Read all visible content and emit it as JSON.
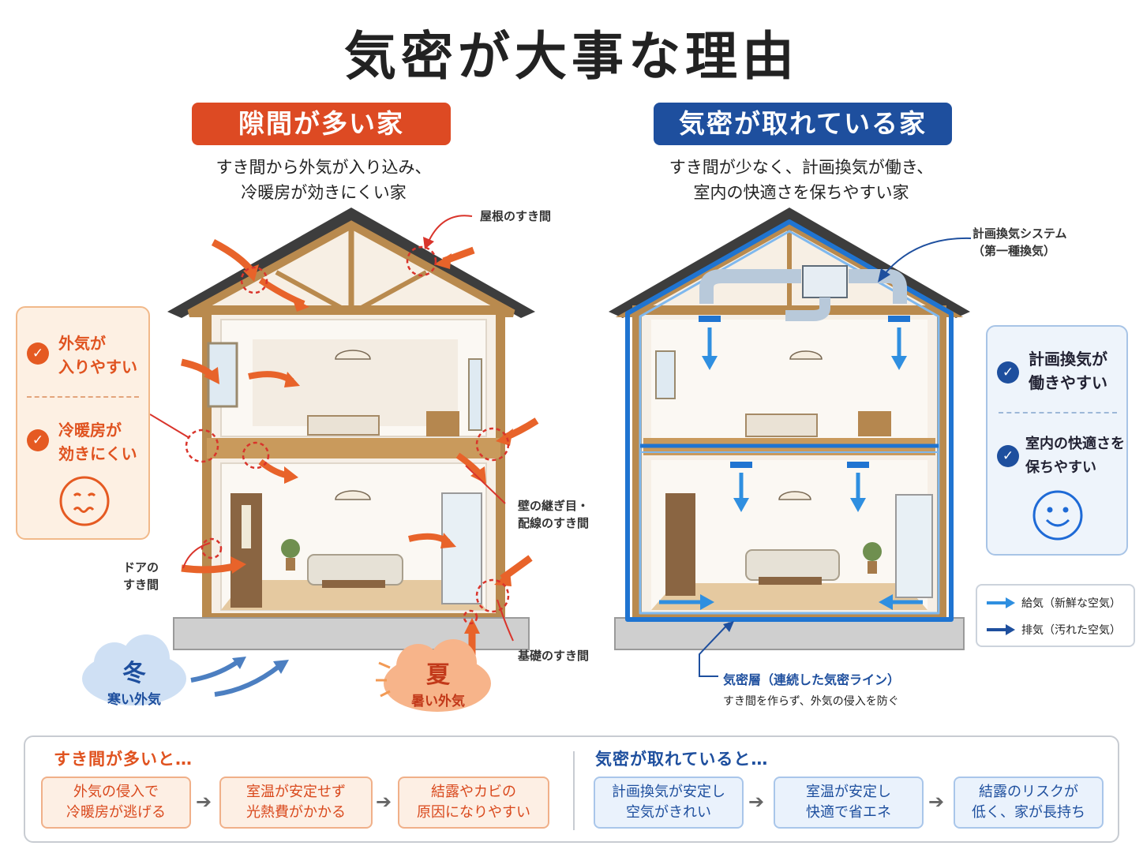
{
  "title": "気密が大事な理由",
  "left": {
    "badge": "隙間が多い家",
    "subtitle_line1": "すき間から外気が入り込み、",
    "subtitle_line2": "冷暖房が効きにくい家",
    "callouts": {
      "roof": "屋根のすき間",
      "wall_line1": "壁の継ぎ目・",
      "wall_line2": "配線のすき間",
      "door_line1": "ドアの",
      "door_line2": "すき間",
      "foundation": "基礎のすき間"
    },
    "panel": {
      "item1_line1": "外気が",
      "item1_line2": "入りやすい",
      "item2_line1": "冷暖房が",
      "item2_line2": "効きにくい"
    },
    "winter": {
      "big": "冬",
      "small": "寒い外気"
    },
    "summer": {
      "big": "夏",
      "small": "暑い外気"
    }
  },
  "right": {
    "badge": "気密が取れている家",
    "subtitle_line1": "すき間が少なく、計画換気が働き、",
    "subtitle_line2": "室内の快適さを保ちやすい家",
    "system_line1": "計画換気システム",
    "system_line2": "（第一種換気）",
    "panel": {
      "item1_line1": "計画換気が",
      "item1_line2": "働きやすい",
      "item2_line1": "室内の快適さを",
      "item2_line2": "保ちやすい"
    },
    "legend": {
      "supply": "給気（新鮮な空気）",
      "exhaust": "排気（汚れた空気）"
    },
    "airtight_label": "気密層（連続した気密ライン）",
    "airtight_sub": "すき間を作らず、外気の侵入を防ぐ"
  },
  "bottom": {
    "left_heading": "すき間が多いと…",
    "left_steps": [
      {
        "line1": "外気の侵入で",
        "line2": "冷暖房が逃げる"
      },
      {
        "line1": "室温が安定せず",
        "line2": "光熱費がかかる"
      },
      {
        "line1": "結露やカビの",
        "line2": "原因になりやすい"
      }
    ],
    "right_heading": "気密が取れていると…",
    "right_steps": [
      {
        "line1": "計画換気が安定し",
        "line2": "空気がきれい"
      },
      {
        "line1": "室温が安定し",
        "line2": "快適で省エネ"
      },
      {
        "line1": "結露のリスクが",
        "line2": "低く、家が長持ち"
      }
    ]
  },
  "colors": {
    "red_accent": "#dd4a23",
    "blue_accent": "#1e4f9e",
    "supply_arrow": "#2f8fe0",
    "exhaust_arrow": "#1e4f9e"
  }
}
